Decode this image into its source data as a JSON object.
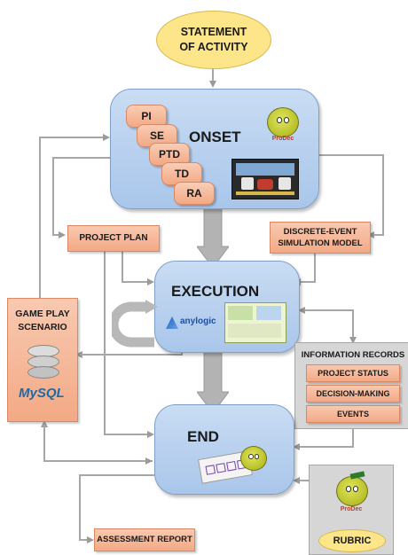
{
  "top": {
    "statement": "STATEMENT\nOF ACTIVITY"
  },
  "phases": {
    "onset": "ONSET",
    "execution": "EXECUTION",
    "end": "END"
  },
  "onset_stack": [
    "PI",
    "SE",
    "PTD",
    "TD",
    "RA"
  ],
  "side_boxes": {
    "project_plan": "PROJECT PLAN",
    "des_model": "DISCRETE-EVENT\nSIMULATION MODEL",
    "assessment_report": "ASSESSMENT REPORT"
  },
  "game_play": {
    "title": "GAME PLAY\nSCENARIO",
    "db_label": "MySQL"
  },
  "info_records": {
    "title": "INFORMATION RECORDS",
    "items": [
      "PROJECT STATUS",
      "DECISION-MAKING",
      "EVENTS"
    ]
  },
  "rubric": {
    "label": "RUBRIC"
  },
  "logos": {
    "prodec": "ProDec",
    "anylogic": "anylogic"
  },
  "colors": {
    "phase_blue": "#b4cdee",
    "orange_box": "#f5b090",
    "yellow_ellipse": "#fde58a",
    "grey_box": "#d6d6d6",
    "arrow_grey": "#a6a6a6"
  }
}
